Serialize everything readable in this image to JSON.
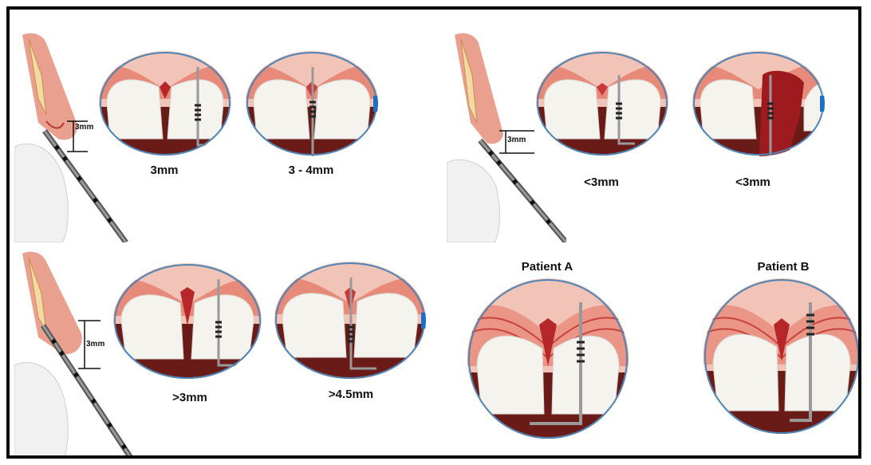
{
  "panels": {
    "top_left": {
      "profile_measure": "3mm",
      "captions": [
        "3mm",
        "3 - 4mm"
      ]
    },
    "top_right": {
      "profile_measure": "3mm",
      "captions": [
        "<3mm",
        "<3mm"
      ]
    },
    "bottom_left": {
      "profile_measure": "3mm",
      "captions": [
        ">3mm",
        ">4.5mm"
      ]
    },
    "bottom_right": {
      "titles": [
        "Patient A",
        "Patient B"
      ]
    }
  },
  "colors": {
    "gum": "#e79b8a",
    "gum_dark": "#b83a3a",
    "blood": "#9d1b1f",
    "tooth": "#f6f4ef",
    "mouth_bg": "#5a1512",
    "circle_rim": "#4f86b5"
  },
  "icons": [
    "tooth-profile-icon",
    "periodontal-probe-icon"
  ]
}
